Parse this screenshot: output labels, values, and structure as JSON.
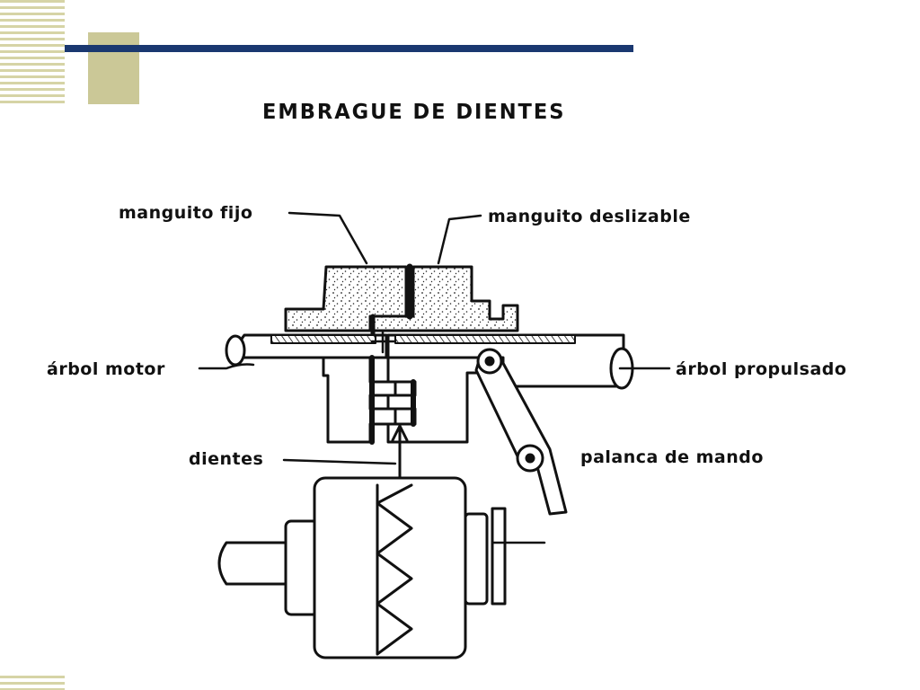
{
  "slide": {
    "title": "EMBRAGUE DE DIENTES"
  },
  "labels": {
    "fixed_sleeve": "manguito fijo",
    "sliding_sleeve": "manguito deslizable",
    "motor_shaft": "árbol motor",
    "driven_shaft": "árbol propulsado",
    "teeth": "dientes",
    "control_lever": "palanca de mando"
  },
  "colors": {
    "accent_bar": "#1a3870",
    "accent_square": "#cbc897",
    "stripes": "#d6d4a6",
    "ink": "#111111"
  }
}
